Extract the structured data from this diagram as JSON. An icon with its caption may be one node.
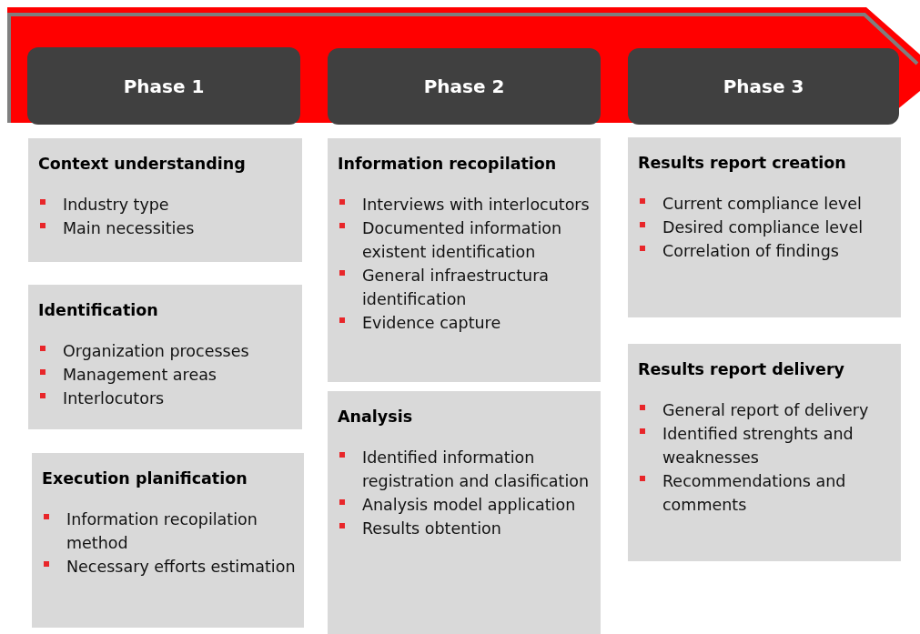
{
  "diagram": {
    "nodes": [
      {
        "text": [
          "Phase 1"
        ]
      },
      {
        "text": [
          "Phase 2"
        ]
      },
      {
        "text": [
          "Phase 3"
        ]
      },
      {
        "text": [
          "Context understanding",
          "Industry type",
          "Main necessities"
        ]
      },
      {
        "text": [
          "Identification",
          "Organization processes",
          "Management areas",
          "Interlocutors"
        ]
      },
      {
        "text": [
          "Execution planification",
          "Information recopilation method",
          "Necessary efforts estimation"
        ]
      },
      {
        "text": [
          "Information recopilation",
          "Interviews with interlocutors",
          "Documented information existent identification",
          "General infraestructura identification",
          "Evidence capture"
        ]
      },
      {
        "text": [
          "Analysis",
          "Identified information registration and clasification",
          "Analysis model application",
          "Results obtention"
        ]
      },
      {
        "text": [
          "Results report creation",
          "Current compliance level",
          "Desired compliance level",
          "Correlation of findings"
        ]
      },
      {
        "text": [
          "Results report delivery",
          "General report of delivery",
          "Identified strenghts and weaknesses",
          "Recommendations and comments"
        ]
      }
    ]
  }
}
